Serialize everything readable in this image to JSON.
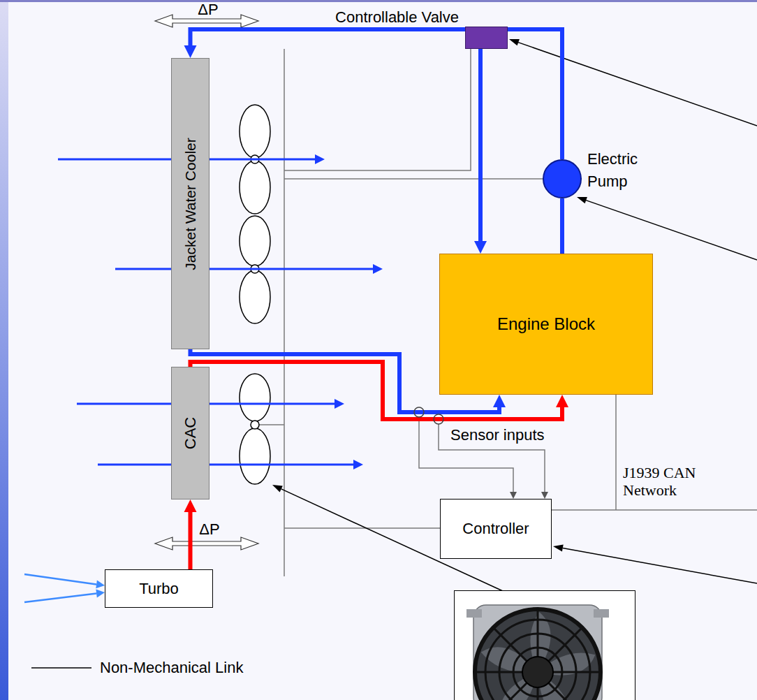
{
  "diagram": {
    "nodes": [
      {
        "text": [
          "Controllable Valve"
        ]
      },
      {
        "text": [
          "Jacket Water Cooler"
        ]
      },
      {
        "text": [
          "Electric Pump"
        ]
      },
      {
        "text": [
          "Engine Block"
        ]
      },
      {
        "text": [
          "CAC"
        ]
      },
      {
        "text": [
          "Controller"
        ]
      },
      {
        "text": [
          "Turbo"
        ]
      }
    ],
    "edges": [
      {
        "from": 3,
        "to": 2,
        "arrow": "none"
      },
      {
        "from": 2,
        "to": 0,
        "arrow": "none"
      },
      {
        "from": 0,
        "to": 1,
        "arrow": "to"
      },
      {
        "from": 0,
        "to": 3,
        "arrow": "to"
      },
      {
        "from": 1,
        "to": 3,
        "arrow": "to"
      },
      {
        "from": 6,
        "to": 4,
        "arrow": "to"
      },
      {
        "from": 4,
        "to": 3,
        "arrow": "to"
      }
    ],
    "labels": [
      "ΔP",
      "ΔP",
      "Sensor inputs",
      "J1939 CAN Network"
    ],
    "legend": [
      {
        "text": "Non-Mechanical Link"
      }
    ]
  }
}
